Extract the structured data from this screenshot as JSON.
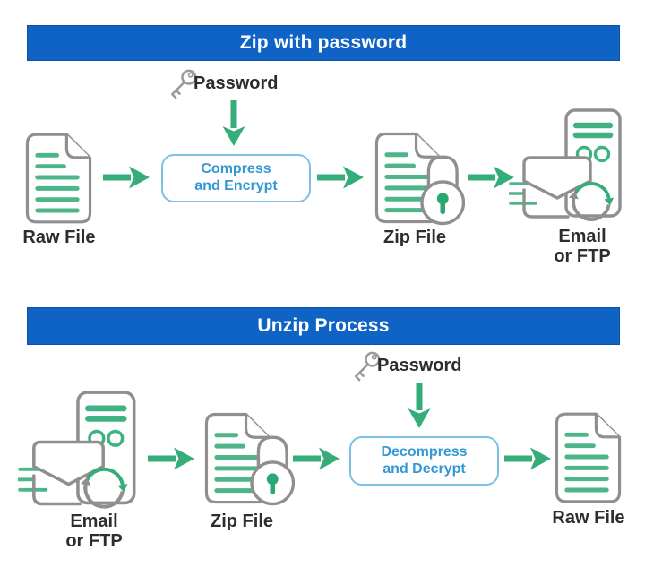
{
  "colors": {
    "banner_blue": "#0e63c5",
    "arrow_green": "#35ad79",
    "doc_line_green": "#4db588",
    "icon_outline_gray": "#8f8f8f",
    "process_box_border": "#7cc0e6",
    "process_box_text": "#3398d4",
    "label_text": "#2d2d2d"
  },
  "icons": {
    "password": "key-icon",
    "raw_file": "document-icon",
    "zip_file": "document-lock-icon",
    "transfer": "email-server-sync-icon",
    "flow_right": "arrow-right-icon",
    "flow_down": "arrow-down-icon"
  },
  "zip_process": {
    "title": "Zip with password",
    "password_label": "Password",
    "source_label": "Raw File",
    "action_line1": "Compress",
    "action_line2": "and Encrypt",
    "result_label": "Zip File",
    "destination_line1": "Email",
    "destination_line2": "or FTP"
  },
  "unzip_process": {
    "title": "Unzip Process",
    "password_label": "Password",
    "source_line1": "Email",
    "source_line2": "or FTP",
    "zip_label": "Zip File",
    "action_line1": "Decompress",
    "action_line2": "and Decrypt",
    "result_label": "Raw File"
  }
}
